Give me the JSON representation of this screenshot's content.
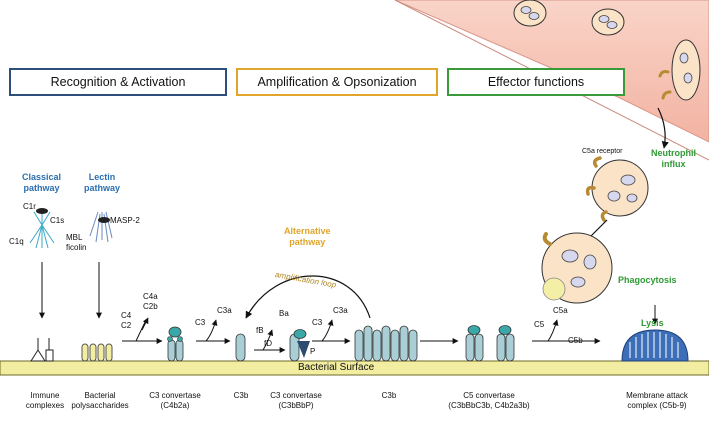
{
  "header_boxes": [
    {
      "label": "Recognition & Activation",
      "color": "#2e4f7a"
    },
    {
      "label": "Amplification & Opsonization",
      "color": "#e0a52a"
    },
    {
      "label": "Effector functions",
      "color": "#3a9a3a"
    }
  ],
  "pathways": {
    "classical": "Classical\npathway",
    "lectin": "Lectin\npathway",
    "alternative": "Alternative\npathway"
  },
  "molecule_labels": {
    "c1r": "C1r",
    "c1s": "C1s",
    "c1q": "C1q",
    "mbl_ficolin": "MBL\nficolin",
    "masp2": "MASP-2",
    "c4_c2": "C4\nC2",
    "c4a_c2b": "C4a\nC2b",
    "c3_1": "C3",
    "c3a_1": "C3a",
    "fb": "fB",
    "fd": "fD",
    "ba": "Ba",
    "p": "P",
    "c3_2": "C3",
    "c3a_2": "C3a",
    "c5": "C5",
    "c5a": "C5a",
    "c5b": "C5b",
    "c5a_receptor": "C5a receptor",
    "amplification_loop": "amplification loop"
  },
  "effector_labels": {
    "neutrophil_influx": "Neutrophil\ninflux",
    "phagocytosis": "Phagocytosis",
    "lysis": "Lysis"
  },
  "surface_label": "Bacterial Surface",
  "bottom_labels": [
    "Immune\ncomplexes",
    "Bacterial\npolysaccharides",
    "C3 convertase\n(C4b2a)",
    "C3b",
    "C3 convertase\n(C3bBbP)",
    "C3b",
    "C5 convertase\n(C3bBbC3b, C4b2a3b)",
    "Membrane attack\ncomplex (C5b-9)"
  ],
  "colors": {
    "surface_fill": "#f2eda0",
    "surface_line": "#6b6b2a",
    "c3b_fill": "#a9ced6",
    "teal": "#3aa8a8",
    "cell_fill": "#fbe3c8",
    "vessel_fill": "#f6c2b3",
    "receptor": "#b88a34",
    "mac": "#3c6fb8",
    "arrow": "#111111"
  }
}
